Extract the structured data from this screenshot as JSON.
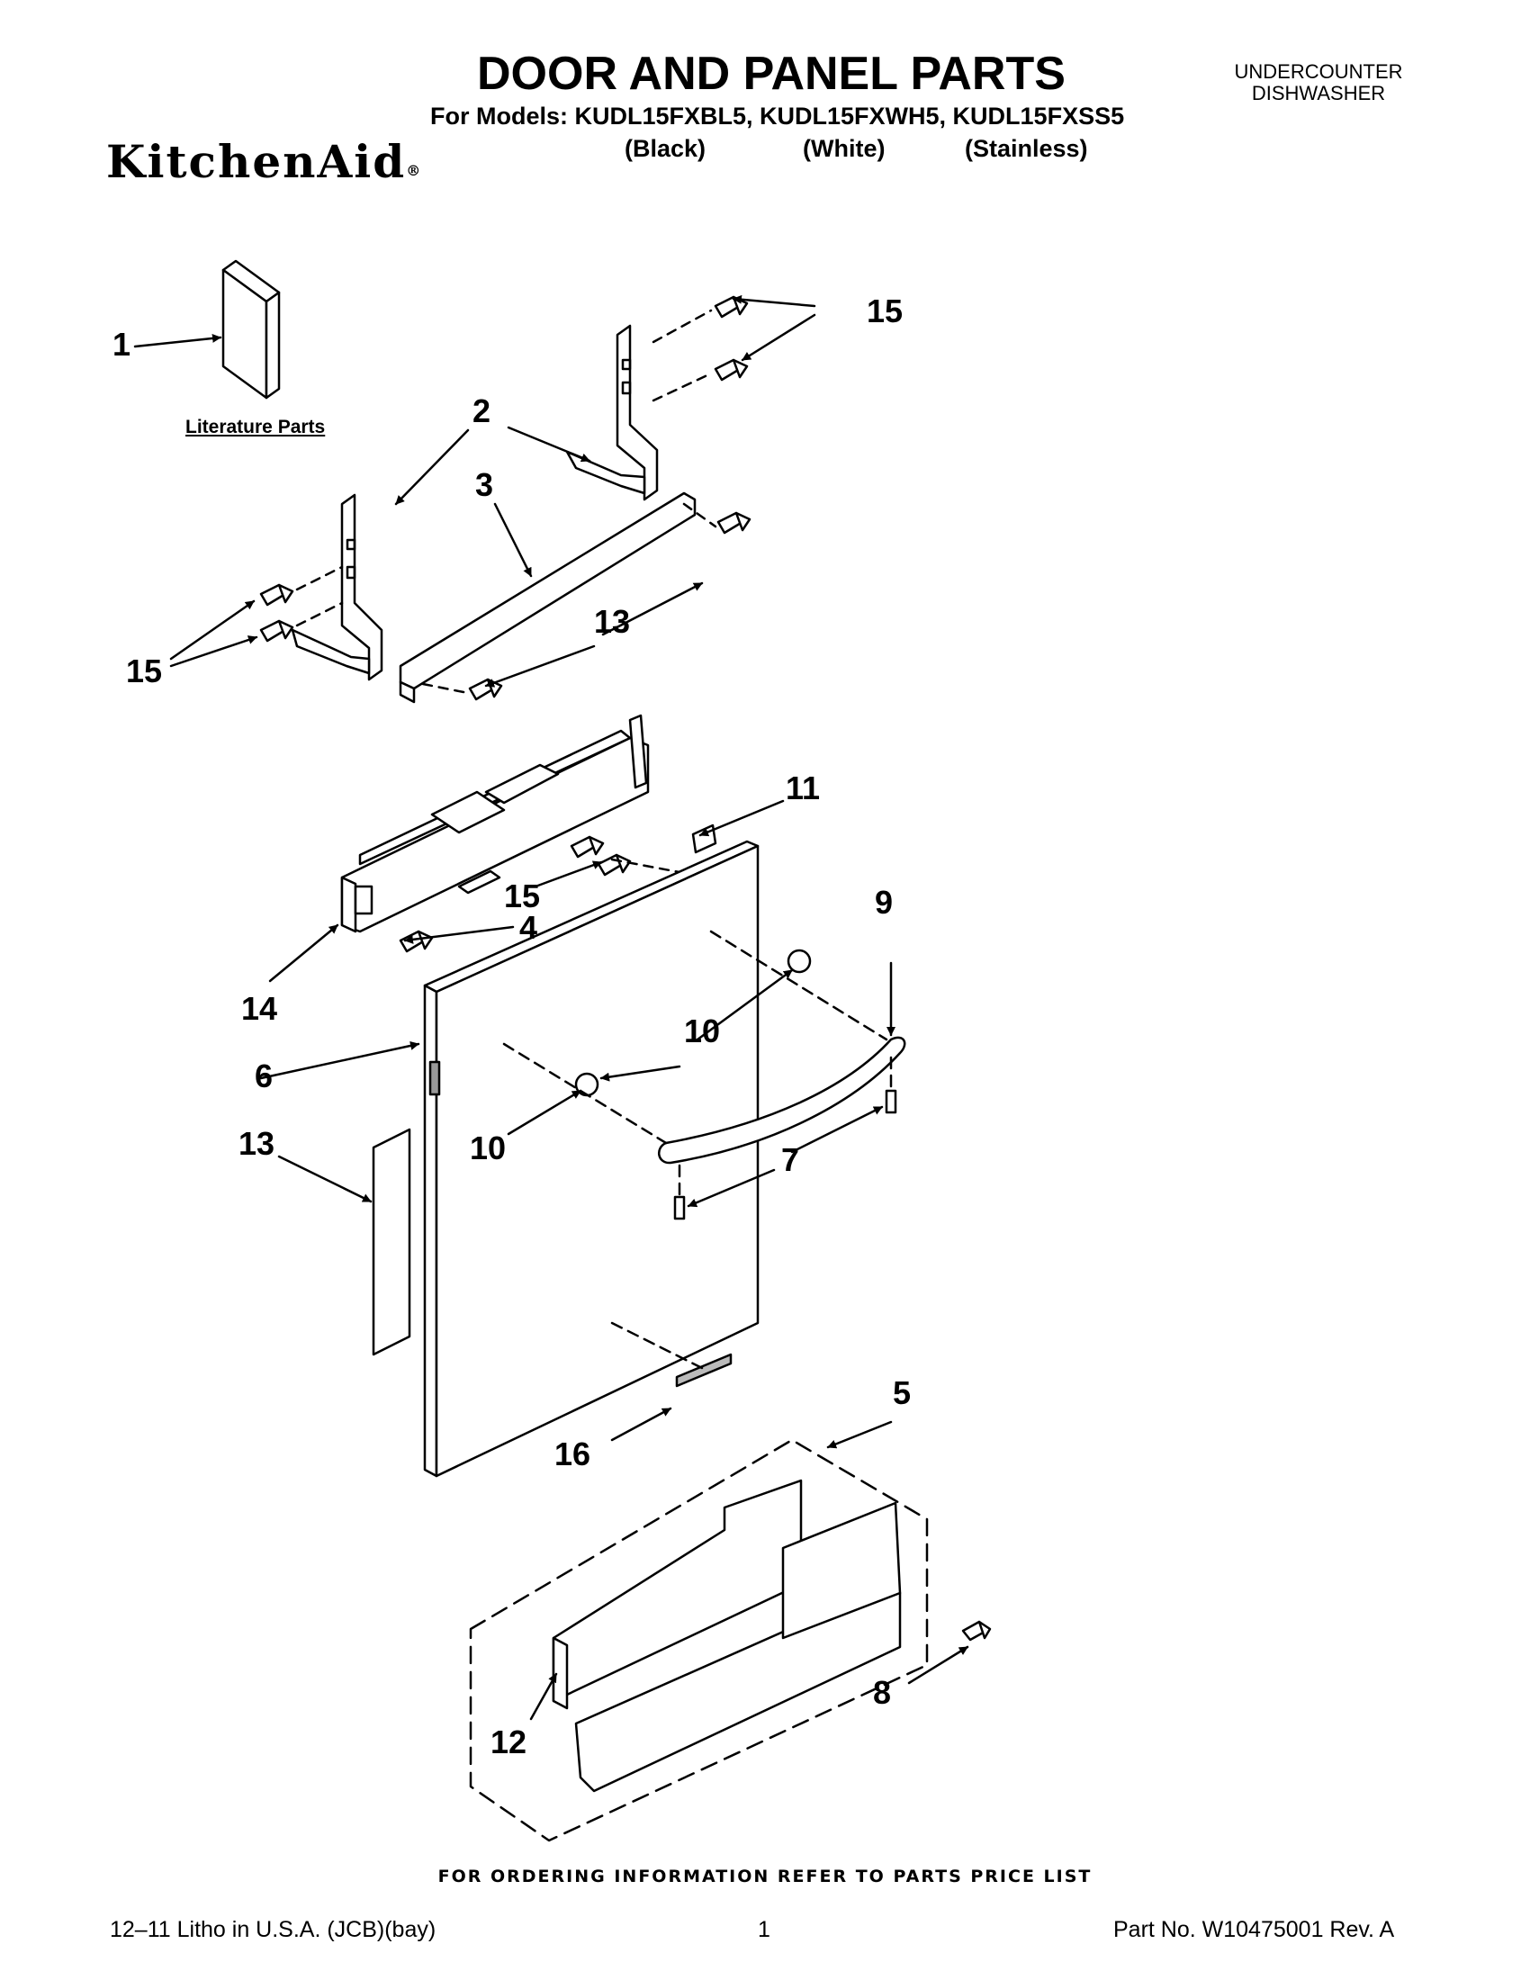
{
  "header": {
    "title": "DOOR AND PANEL PARTS",
    "models_line": "For Models: KUDL15FXBL5, KUDL15FXWH5, KUDL15FXSS5",
    "variants": [
      "(Black)",
      "(White)",
      "(Stainless)"
    ],
    "appliance_line1": "UNDERCOUNTER",
    "appliance_line2": "DISHWASHER",
    "brand": "KitchenAid",
    "brand_mark": "®"
  },
  "diagram": {
    "literature_label": "Literature Parts",
    "callouts": [
      "1",
      "2",
      "3",
      "13",
      "15",
      "15",
      "11",
      "9",
      "15",
      "4",
      "14",
      "10",
      "6",
      "10",
      "13",
      "7",
      "5",
      "16",
      "8",
      "12"
    ]
  },
  "footer": {
    "ordering_note": "FOR ORDERING INFORMATION REFER TO PARTS PRICE LIST",
    "litho": "12–11 Litho in U.S.A. (JCB)(bay)",
    "page_number": "1",
    "part_number": "Part No. W10475001 Rev. A"
  }
}
